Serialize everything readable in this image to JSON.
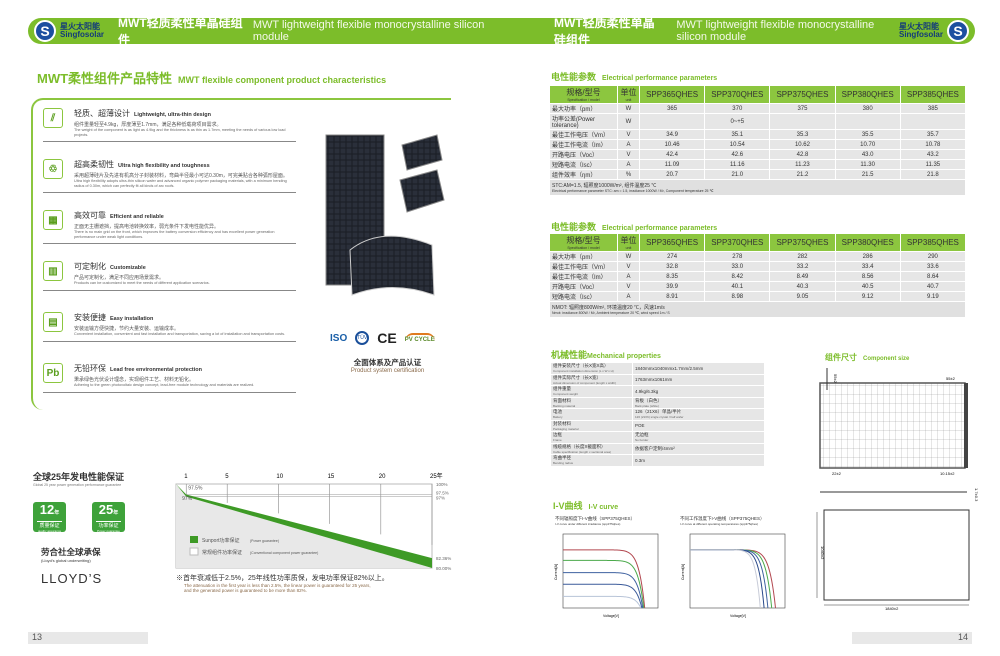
{
  "header": {
    "brand_cn": "星火太阳能",
    "brand_en": "Singfosolar",
    "title_cn": "MWT轻质柔性单晶硅组件",
    "title_en": "MWT lightweight flexible monocrystalline silicon module"
  },
  "left": {
    "section_cn": "MWT柔性组件产品特性",
    "section_en": "MWT flexible component product characteristics",
    "features": [
      {
        "icon": "ultra-thin-icon",
        "glyph": "⫽",
        "title_cn": "轻质、超薄设计",
        "title_en": "Lightweight, ultra-thin design",
        "desc_cn": "组件重量轻至4.9kg，厚度薄至1.7mm，满足各种低载荷项目需求。",
        "desc_en": "The weight of the component is as light as 4.9kg and the thickness is as thin as 1.7mm, meeting the needs of various low load projects."
      },
      {
        "icon": "recycle-flexibility-icon",
        "glyph": "♲",
        "title_cn": "超高柔韧性",
        "title_en": "Ultra high flexibility and toughness",
        "desc_cn": "采用超薄硅片及先进有机高分子封装材料，弯曲半径最小可达0.30m，可完美贴合各种弧形屋面。",
        "desc_en": "Ultra high flexibility adopts ultra-thin silicon wafer and advanced organic polymer packaging materials, with a minimum bending radius of 0.30m, which can perfectly fit all kinds of arc roofs."
      },
      {
        "icon": "solar-panel-icon",
        "glyph": "▦",
        "title_cn": "高效可靠",
        "title_en": "Efficient and reliable",
        "desc_cn": "正面无主栅遮挡，提高电池转换效率，弱光条件下发电性能优异。",
        "desc_en": "There is no main grid on the front, which improves the battery conversion efficiency and has excellent power generation performance under weak light conditions."
      },
      {
        "icon": "building-icon",
        "glyph": "▥",
        "title_cn": "可定制化",
        "title_en": "Customizable",
        "desc_cn": "产品可定制化，满足不同应用场景需求。",
        "desc_en": "Products can be customized to meet the needs of different application scenarios."
      },
      {
        "icon": "installation-icon",
        "glyph": "▤",
        "title_cn": "安装便捷",
        "title_en": "Easy installation",
        "desc_cn": "安装运输方便快捷，节约大量安装、运输成本。",
        "desc_en": "Convenient installation, convenient and fast installation and transportation, saving a lot of installation and transportation costs."
      },
      {
        "icon": "lead-free-icon",
        "glyph": "Pb",
        "title_cn": "无铅环保",
        "title_en": "Lead free environmental protection",
        "desc_cn": "秉承绿色光伏设计理念，实现组件工艺、材料无铅化。",
        "desc_en": "Adhering to the green photovoltaic design concept, lead-free module technology and materials are realized."
      }
    ],
    "certs": [
      "ISO",
      "TÜV",
      "CE",
      "PV CYCLE"
    ],
    "cert_cn": "全面体系及产品认证",
    "cert_en": "Product system certification",
    "guarantee_cn": "全球25年发电性能保证",
    "guarantee_en": "Global 25 year power generation performance guarantee",
    "badges": [
      {
        "num": "12",
        "unit": "年",
        "cn": "质量保证",
        "en": "quality assurance"
      },
      {
        "num": "25",
        "unit": "年",
        "cn": "功率保证",
        "en": "Power guarantee"
      }
    ],
    "lloyd_cn": "劳合社全球承保",
    "lloyd_en": "(Lloyd's global underwriting)",
    "lloyd_logo": "LLOYD’S",
    "note_cn": "※首年衰减低于2.5%，25年线性功率质保，发电功率保证82%以上。",
    "note_en1": "The attenuation in the first year is less than 2.5%, the linear power is guaranteed for 25 years,",
    "note_en2": "and the generated power is guaranteed to be more than 82%.",
    "page": "13"
  },
  "chart_data": [
    {
      "type": "area",
      "title": "",
      "x_ticks": [
        "1",
        "5",
        "10",
        "15",
        "20",
        "25年"
      ],
      "xlim": [
        0,
        25
      ],
      "ylim": [
        80,
        100
      ],
      "right_labels": [
        "100%",
        "97.5%",
        "97%",
        "82.36%",
        "80.00%"
      ],
      "inner_labels": [
        "97.5%",
        "97%"
      ],
      "series": [
        {
          "name": "Sunport功率保证",
          "name_en": "(Power guarantee)",
          "x": [
            0,
            1,
            25
          ],
          "y": [
            100,
            97.5,
            82.36
          ],
          "color": "#3e9a26"
        },
        {
          "name": "常规组件功率保证",
          "name_en": "(Conventional component power guarantee)",
          "x": [
            0,
            1,
            25
          ],
          "y": [
            100,
            97,
            80
          ],
          "color": "#e8e8e8"
        }
      ],
      "legend": "bottom-left"
    }
  ],
  "right": {
    "elec_cn": "电性能参数",
    "elec_en": "Electrical performance parameters",
    "head": {
      "spec_cn": "规格/型号",
      "spec_en": "Specification / model",
      "unit_cn": "单位",
      "unit_en": "unit",
      "models": [
        "SPP365QHES",
        "SPP370QHES",
        "SPP375QHES",
        "SPP380QHES",
        "SPP385QHES"
      ]
    },
    "stc_rows": [
      {
        "label": "最大功率（pm）",
        "unit": "W",
        "vals": [
          "365",
          "370",
          "375",
          "380",
          "385"
        ]
      },
      {
        "label": "功率公差(Power tolerance)",
        "unit": "W",
        "vals": [
          "",
          "0~+5",
          "",
          "",
          ""
        ]
      },
      {
        "label": "最佳工作电压（Vm）",
        "unit": "V",
        "vals": [
          "34.9",
          "35.1",
          "35.3",
          "35.5",
          "35.7"
        ]
      },
      {
        "label": "最佳工作电流（Im）",
        "unit": "A",
        "vals": [
          "10.46",
          "10.54",
          "10.62",
          "10.70",
          "10.78"
        ]
      },
      {
        "label": "开路电压（Voc）",
        "unit": "V",
        "vals": [
          "42.4",
          "42.6",
          "42.8",
          "43.0",
          "43.2"
        ]
      },
      {
        "label": "短路电流（Isc）",
        "unit": "A",
        "vals": [
          "11.09",
          "11.16",
          "11.23",
          "11.30",
          "11.35"
        ]
      },
      {
        "label": "组件效率（ηm）",
        "unit": "%",
        "vals": [
          "20.7",
          "21.0",
          "21.2",
          "21.5",
          "21.8"
        ]
      }
    ],
    "stc_note_cn": "STC:AM=1.5, 辐照度1000W/m², 组件温度25 ℃",
    "stc_note_en": "Electrical performance parameter STC: am = 1.5, irradiance 1000W / M², Component temperature 25 ℃",
    "nmot_rows": [
      {
        "label": "最大功率（pm）",
        "unit": "W",
        "vals": [
          "274",
          "278",
          "282",
          "286",
          "290"
        ]
      },
      {
        "label": "最佳工作电压（Vm）",
        "unit": "V",
        "vals": [
          "32.8",
          "33.0",
          "33.2",
          "33.4",
          "33.6"
        ]
      },
      {
        "label": "最佳工作电流（Im）",
        "unit": "A",
        "vals": [
          "8.35",
          "8.42",
          "8.49",
          "8.56",
          "8.64"
        ]
      },
      {
        "label": "开路电压（Voc）",
        "unit": "V",
        "vals": [
          "39.9",
          "40.1",
          "40.3",
          "40.5",
          "40.7"
        ]
      },
      {
        "label": "短路电流（Isc）",
        "unit": "A",
        "vals": [
          "8.91",
          "8.98",
          "9.05",
          "9.12",
          "9.19"
        ]
      }
    ],
    "nmot_note_cn": "NMOT: 辐照度800W/m², 环境温度20 ℃，风速1m/s",
    "nmot_note_en": "Nmot: irradiance 800W / M², Ambient temperature 20 ℃, wind speed 1m / S",
    "mech_cn": "机械性能",
    "mech_en": "Mechanical properties",
    "mech_rows": [
      {
        "cn": "组件安装尺寸（长X宽X高）",
        "en": "Component installation dimension (L x W x H)",
        "val": "1840mmx1040mmx1.7mm/2.5mm",
        "val2": ""
      },
      {
        "cn": "组件实际尺寸（长X宽）",
        "en": "Actual dimension of component (length x width)",
        "val": "1763mmx1061mm",
        "val2": ""
      },
      {
        "cn": "组件重量",
        "en": "Component weight",
        "val": "4.9kg/6.3kg",
        "val2": ""
      },
      {
        "cn": "背面材料",
        "en": "Backing material",
        "val": "背板（白色）",
        "val2": "Back plate (white)"
      },
      {
        "cn": "电池",
        "en": "Battery",
        "val": "126（21X6）单晶/半片",
        "val2": "126 (21X6) single crystal / half wafer"
      },
      {
        "cn": "封装材料",
        "en": "Packaging material",
        "val": "POE",
        "val2": ""
      },
      {
        "cn": "边框",
        "en": "Frame",
        "val": "无边框",
        "val2": "No border"
      },
      {
        "cn": "线缆规格（长度X截面积）",
        "en": "Cable specification (length x sectional area)",
        "val": "依据客户定制/4mm²",
        "val2": ""
      },
      {
        "cn": "弯曲半径",
        "en": "Bending radius",
        "val": "0.3m",
        "val2": ""
      }
    ],
    "size_cn": "组件尺寸",
    "size_en": "Component size",
    "dims": [
      "55±2",
      "55±2",
      "22±2",
      "10.15±2",
      "1.7±0.3",
      "1040±2",
      "1840±2"
    ],
    "iv_cn": "I-V曲线",
    "iv_en": "I-V curve",
    "iv1_title": "不同辐照度下I-V曲线（SPP375QHES）",
    "iv1_sub": "I-V curve under different irradiance (spp375qhes)",
    "iv2_title": "不同工作温度下I-V曲线（SPP375QHES）",
    "iv2_sub": "I-V curve at different operating temperatures (spp375qhes)",
    "iv_xlabel": "Voltage[V]",
    "iv_ylabel": "Current[A]",
    "page": "14"
  }
}
